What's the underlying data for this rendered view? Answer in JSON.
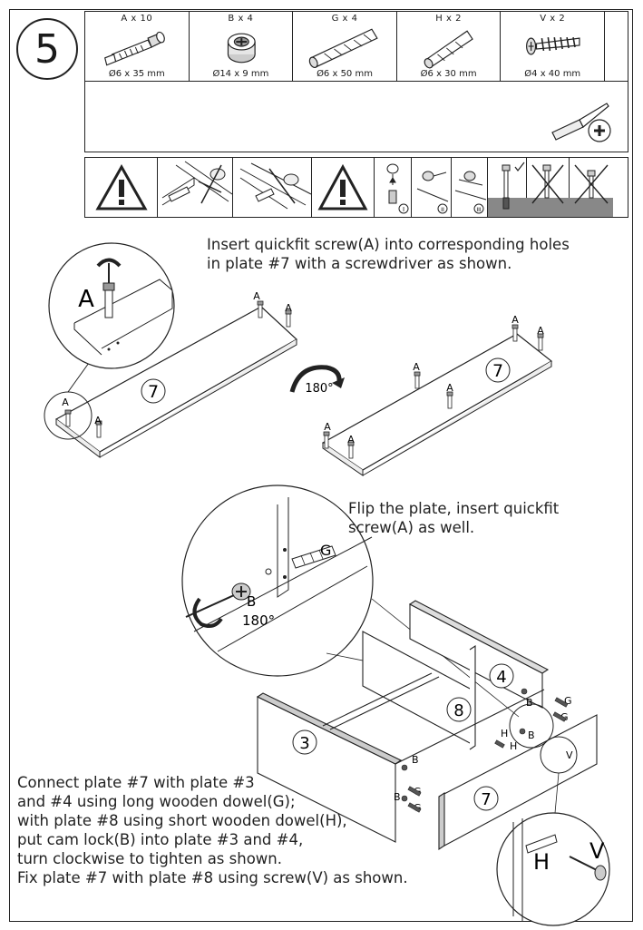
{
  "step": {
    "number": "5"
  },
  "hardware": [
    {
      "label": "A x 10",
      "dimension": "Ø6 x 35 mm",
      "icon": "quickfit-screw-icon"
    },
    {
      "label": "B x 4",
      "dimension": "Ø14 x 9 mm",
      "icon": "cam-lock-icon"
    },
    {
      "label": "G x 4",
      "dimension": "Ø6 x 50 mm",
      "icon": "long-dowel-icon"
    },
    {
      "label": "H x 2",
      "dimension": "Ø6 x 30 mm",
      "icon": "short-dowel-icon"
    },
    {
      "label": "V x 2",
      "dimension": "Ø4 x 40 mm",
      "icon": "wood-screw-icon"
    }
  ],
  "tools": [
    {
      "icon": "phillips-screwdriver-icon"
    }
  ],
  "warnings": {
    "step_markers": [
      "I",
      "II",
      "III"
    ],
    "icons": [
      "warning-triangle-icon",
      "dowel-alignment-icon",
      "cam-lock-sequence-icon",
      "screw-depth-icon"
    ]
  },
  "instructions": {
    "top_line1": "Insert quickfit screw(A) into corresponding holes",
    "top_line2": "in plate #7 with a screwdriver as shown.",
    "flip_line1": "Flip the plate, insert quickfit",
    "flip_line2": "screw(A) as well.",
    "bottom": [
      "Connect plate #7 with plate #3",
      "and #4 using long wooden dowel(G);",
      "with plate #8 using short wooden dowel(H),",
      "put cam lock(B) into plate #3 and #4,",
      "turn clockwise to tighten as shown.",
      "Fix plate #7 with plate #8 using screw(V) as shown."
    ]
  },
  "labels": {
    "part_a": "A",
    "part_b": "B",
    "part_g": "G",
    "part_h": "H",
    "part_v": "V",
    "plate_7": "7",
    "plate_3": "3",
    "plate_4": "4",
    "plate_8": "8",
    "rotate_180": "180°"
  }
}
